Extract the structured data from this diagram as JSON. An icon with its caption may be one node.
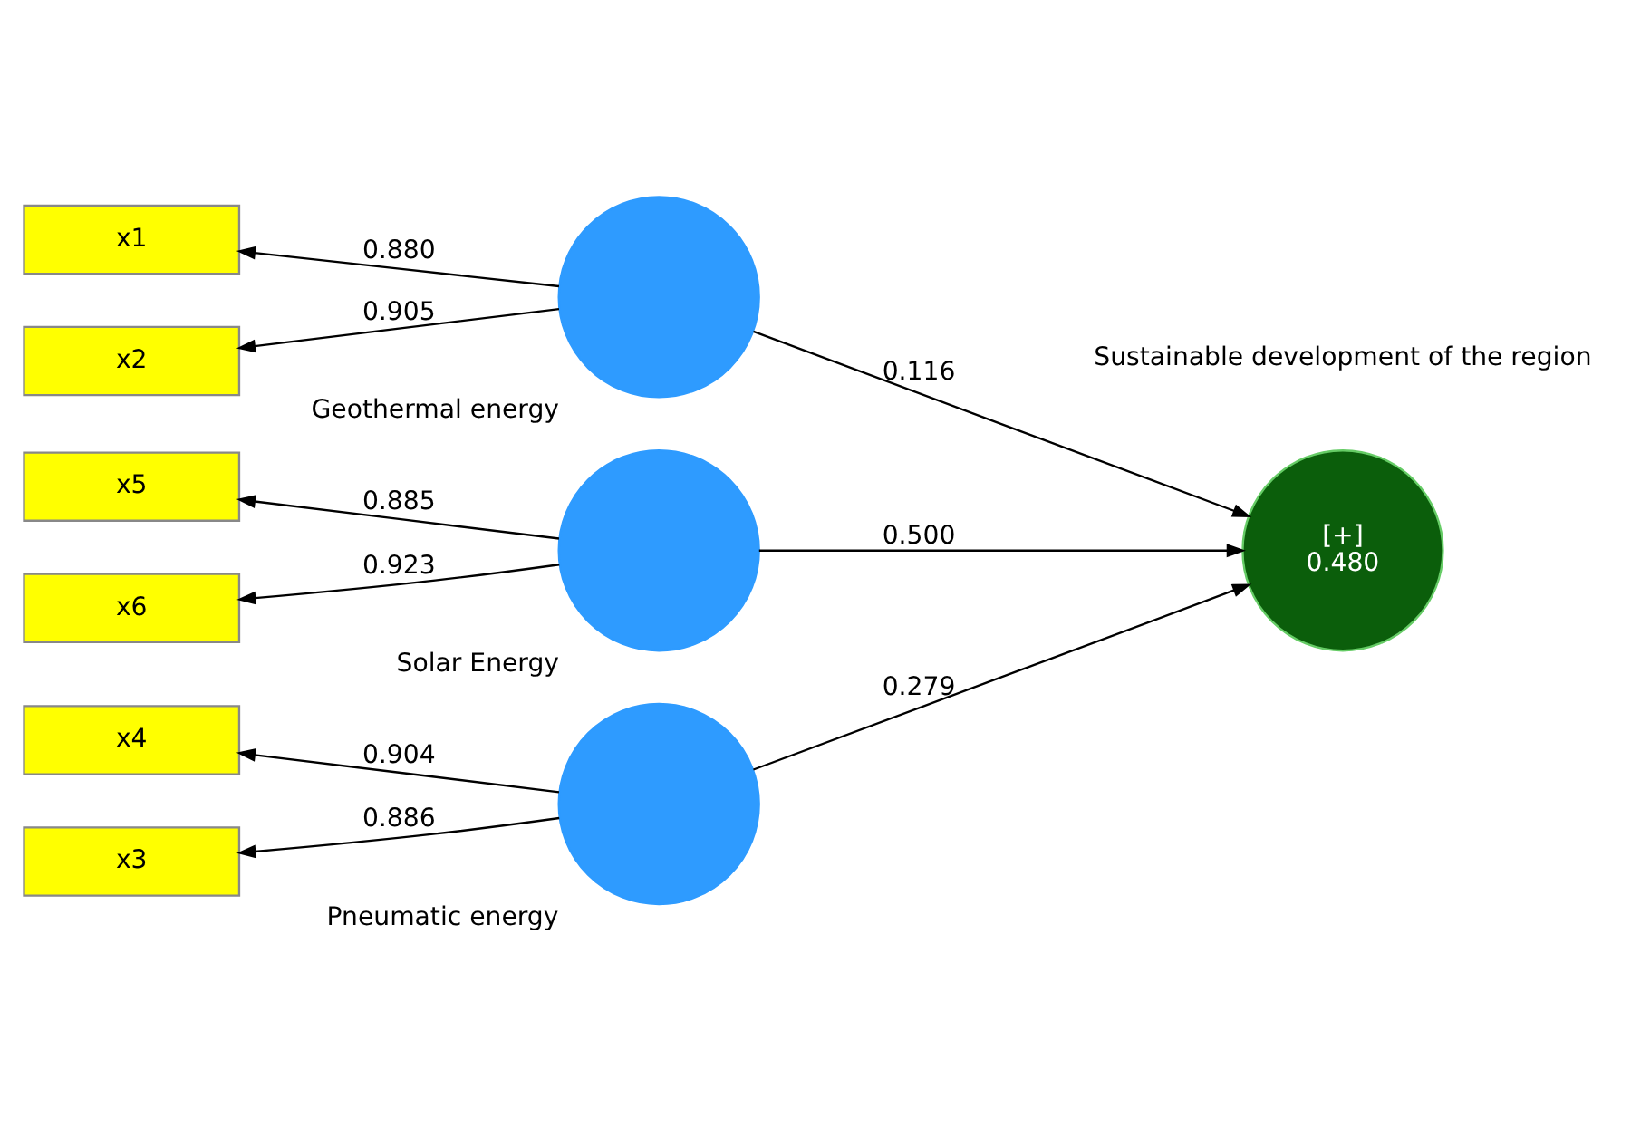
{
  "diagram": {
    "nodes": [
      {
        "text": [
          "x5"
        ]
      },
      {
        "text": [
          "x6"
        ]
      },
      {
        "text": [],
        "shape": "circle",
        "beside": [
          "Solar Energy"
        ]
      },
      {
        "text": [
          "x1"
        ]
      },
      {
        "text": [
          "x2"
        ]
      },
      {
        "text": [],
        "shape": "circle",
        "beside": [
          "Geothermal energy"
        ]
      },
      {
        "text": [
          "x3"
        ]
      },
      {
        "text": [
          "x4"
        ]
      },
      {
        "text": [],
        "shape": "circle",
        "beside": [
          "Pneumatic energy"
        ]
      },
      {
        "text": [
          "[+]",
          "0.480"
        ],
        "beside": [
          "Sustainable development of the region"
        ]
      }
    ],
    "edges": [
      {
        "from": 2,
        "to": 0,
        "arrow": "to",
        "label": "0.885"
      },
      {
        "from": 2,
        "to": 1,
        "arrow": "to",
        "label": "0.923"
      },
      {
        "from": 5,
        "to": 3,
        "arrow": "to",
        "label": "0.880"
      },
      {
        "from": 5,
        "to": 4,
        "arrow": "to",
        "label": "0.905"
      },
      {
        "from": 8,
        "to": 6,
        "arrow": "to",
        "label": "0.886"
      },
      {
        "from": 8,
        "to": 7,
        "arrow": "to",
        "label": "0.904"
      },
      {
        "from": 2,
        "to": 9,
        "arrow": "to",
        "label": "0.500"
      },
      {
        "from": 5,
        "to": 9,
        "arrow": "to",
        "label": "0.116"
      },
      {
        "from": 8,
        "to": 9,
        "arrow": "to",
        "label": "0.279"
      }
    ]
  }
}
